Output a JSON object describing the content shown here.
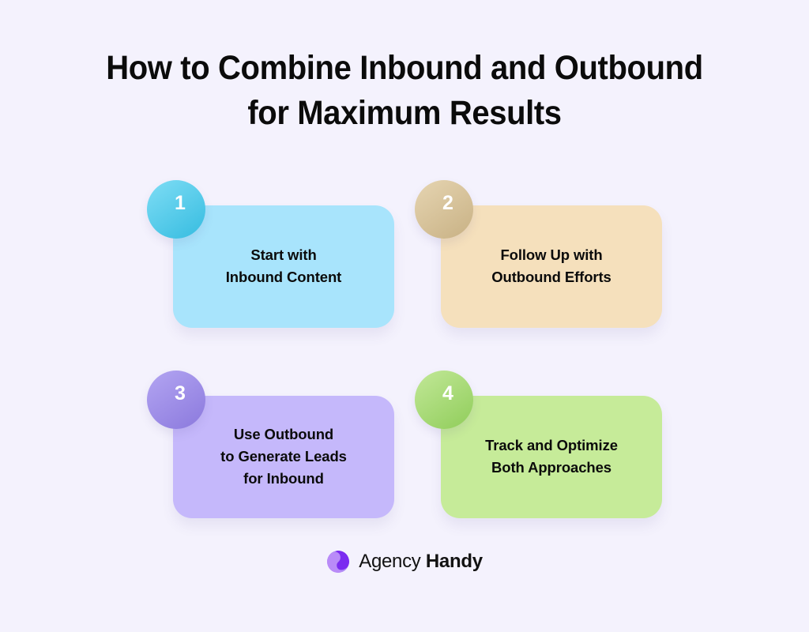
{
  "page": {
    "background_color": "#F4F2FD",
    "text_color": "#0B0B0B"
  },
  "title": {
    "line1": "How to Combine Inbound and Outbound",
    "line2": "for Maximum Results"
  },
  "cards": [
    {
      "number": "1",
      "lines": [
        "Start with",
        "Inbound Content"
      ],
      "card_color": "#A8E4FC",
      "badge_color_start": "#7FDDF5",
      "badge_color_end": "#35BCE0"
    },
    {
      "number": "2",
      "lines": [
        "Follow Up with",
        "Outbound Efforts"
      ],
      "card_color": "#F5E0BC",
      "badge_color_start": "#E6D5B2",
      "badge_color_end": "#C8B184"
    },
    {
      "number": "3",
      "lines": [
        "Use Outbound",
        "to Generate Leads",
        "for Inbound"
      ],
      "card_color": "#C5B8FB",
      "badge_color_start": "#B3A5F2",
      "badge_color_end": "#8B79DD"
    },
    {
      "number": "4",
      "lines": [
        "Track and Optimize",
        "Both Approaches"
      ],
      "card_color": "#C6EB99",
      "badge_color_start": "#C2E898",
      "badge_color_end": "#90CD5A"
    }
  ],
  "footer": {
    "brand_light": "Agency",
    "brand_bold": "Handy",
    "logo_color_dark": "#7B2CF0",
    "logo_color_light": "#B08BF5"
  }
}
